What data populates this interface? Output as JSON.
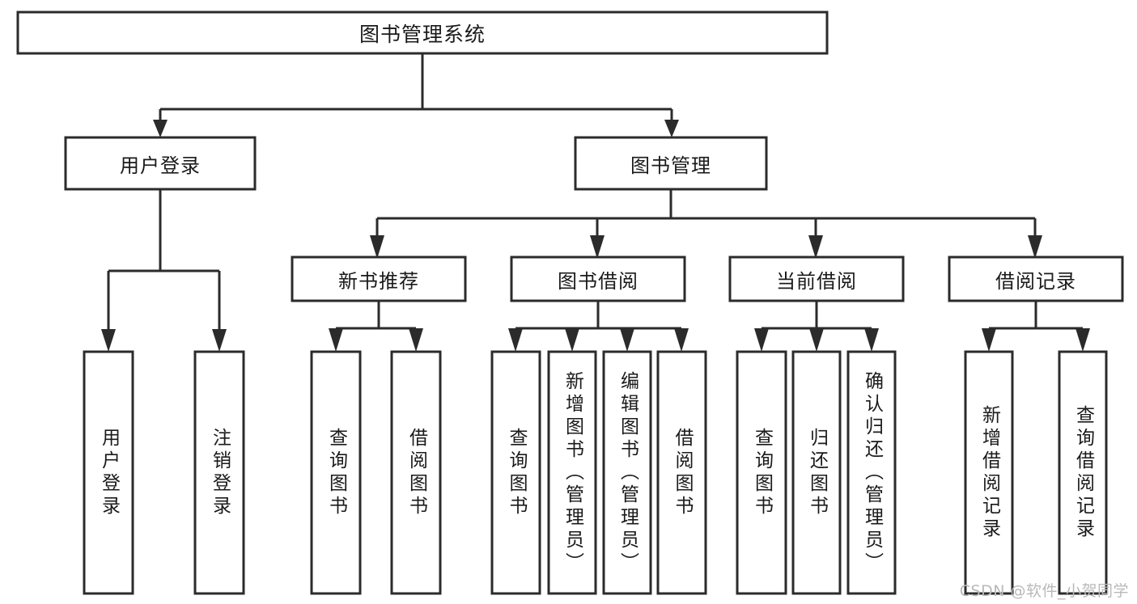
{
  "diagram": {
    "type": "tree-hierarchy-chart",
    "title": "图书管理系统",
    "root": {
      "id": "root",
      "label": "图书管理系统",
      "orientation": "horizontal"
    },
    "level2": [
      {
        "id": "user-login",
        "label": "用户登录",
        "orientation": "horizontal"
      },
      {
        "id": "book-manage",
        "label": "图书管理",
        "orientation": "horizontal"
      }
    ],
    "level3": [
      {
        "id": "new-book-recommend",
        "label": "新书推荐",
        "orientation": "horizontal",
        "parent": "book-manage"
      },
      {
        "id": "book-borrow",
        "label": "图书借阅",
        "orientation": "horizontal",
        "parent": "book-manage"
      },
      {
        "id": "current-borrow",
        "label": "当前借阅",
        "orientation": "horizontal",
        "parent": "book-manage"
      },
      {
        "id": "borrow-record",
        "label": "借阅记录",
        "orientation": "horizontal",
        "parent": "book-manage"
      }
    ],
    "leaves": [
      {
        "id": "leaf-user-login",
        "label": "用户登录",
        "orientation": "vertical",
        "parent": "user-login"
      },
      {
        "id": "leaf-user-logout",
        "label": "注销登录",
        "orientation": "vertical",
        "parent": "user-login"
      },
      {
        "id": "leaf-query-book-1",
        "label": "查询图书",
        "orientation": "vertical",
        "parent": "new-book-recommend"
      },
      {
        "id": "leaf-borrow-book-1",
        "label": "借阅图书",
        "orientation": "vertical",
        "parent": "new-book-recommend"
      },
      {
        "id": "leaf-query-book-2",
        "label": "查询图书",
        "orientation": "vertical",
        "parent": "book-borrow"
      },
      {
        "id": "leaf-add-book",
        "label": "新增图书（管理员）",
        "orientation": "vertical",
        "parent": "book-borrow"
      },
      {
        "id": "leaf-edit-book",
        "label": "编辑图书（管理员）",
        "orientation": "vertical",
        "parent": "book-borrow"
      },
      {
        "id": "leaf-borrow-book-2",
        "label": "借阅图书",
        "orientation": "vertical",
        "parent": "book-borrow"
      },
      {
        "id": "leaf-query-book-3",
        "label": "查询图书",
        "orientation": "vertical",
        "parent": "current-borrow"
      },
      {
        "id": "leaf-return-book",
        "label": "归还图书",
        "orientation": "vertical",
        "parent": "current-borrow"
      },
      {
        "id": "leaf-confirm-return",
        "label": "确认归还（管理员）",
        "orientation": "vertical",
        "parent": "current-borrow"
      },
      {
        "id": "leaf-add-record",
        "label": "新增借阅记录",
        "orientation": "vertical",
        "parent": "borrow-record"
      },
      {
        "id": "leaf-query-record",
        "label": "查询借阅记录",
        "orientation": "vertical",
        "parent": "borrow-record"
      }
    ],
    "colors": {
      "box_stroke": "#2b2b2b",
      "box_fill": "#ffffff",
      "connector": "#2b2b2b",
      "text": "#1a1a1a",
      "background": "#ffffff",
      "watermark": "#b9b9b9"
    }
  },
  "watermark": {
    "text": "CSDN @软件_小贺同学"
  }
}
